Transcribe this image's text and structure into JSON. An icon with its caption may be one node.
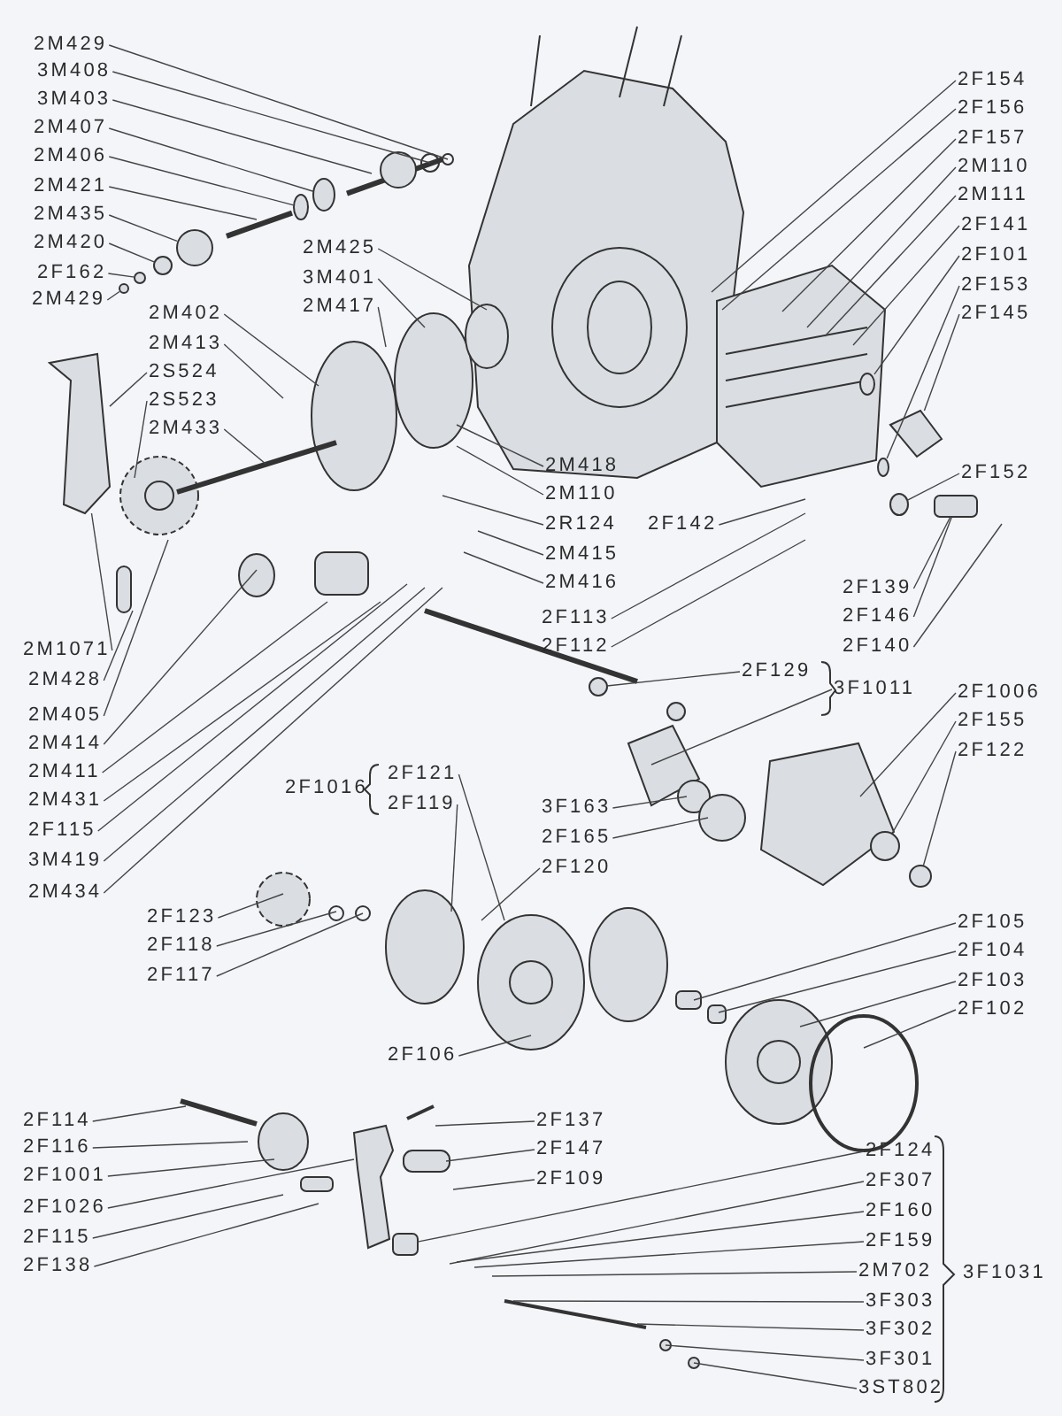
{
  "diagram": {
    "nodes": [
      {
        "text": [
          "2M429"
        ]
      },
      {
        "text": [
          "3M408"
        ]
      },
      {
        "text": [
          "3M403"
        ]
      },
      {
        "text": [
          "2M407"
        ]
      },
      {
        "text": [
          "2M406"
        ]
      },
      {
        "text": [
          "2M421"
        ]
      },
      {
        "text": [
          "2M435"
        ]
      },
      {
        "text": [
          "2M420"
        ]
      },
      {
        "text": [
          "2F162"
        ]
      },
      {
        "text": [
          "2M429"
        ]
      },
      {
        "text": [
          "2M425"
        ]
      },
      {
        "text": [
          "3M401"
        ]
      },
      {
        "text": [
          "2M417"
        ]
      },
      {
        "text": [
          "2M402"
        ]
      },
      {
        "text": [
          "2M413"
        ]
      },
      {
        "text": [
          "2S524"
        ]
      },
      {
        "text": [
          "2S523"
        ]
      },
      {
        "text": [
          "2M433"
        ]
      },
      {
        "text": [
          "2M1071"
        ]
      },
      {
        "text": [
          "2M428"
        ]
      },
      {
        "text": [
          "2M405"
        ]
      },
      {
        "text": [
          "2M414"
        ]
      },
      {
        "text": [
          "2M411"
        ]
      },
      {
        "text": [
          "2M431"
        ]
      },
      {
        "text": [
          "2F115"
        ]
      },
      {
        "text": [
          "3M419"
        ]
      },
      {
        "text": [
          "2M434"
        ]
      },
      {
        "text": [
          "2F121"
        ]
      },
      {
        "text": [
          "2F119"
        ]
      },
      {
        "text": [
          "2F123"
        ]
      },
      {
        "text": [
          "2F118"
        ]
      },
      {
        "text": [
          "2F117"
        ]
      },
      {
        "text": [
          "2F106"
        ]
      },
      {
        "text": [
          "2F114"
        ]
      },
      {
        "text": [
          "2F116"
        ]
      },
      {
        "text": [
          "2F1001"
        ]
      },
      {
        "text": [
          "2F1026"
        ]
      },
      {
        "text": [
          "2F115"
        ]
      },
      {
        "text": [
          "2F138"
        ]
      },
      {
        "text": [
          "2M418"
        ]
      },
      {
        "text": [
          "2M110"
        ]
      },
      {
        "text": [
          "2R124"
        ]
      },
      {
        "text": [
          "2M415"
        ]
      },
      {
        "text": [
          "2M416"
        ]
      },
      {
        "text": [
          "2F142"
        ]
      },
      {
        "text": [
          "2F113"
        ]
      },
      {
        "text": [
          "2F112"
        ]
      },
      {
        "text": [
          "2F129"
        ]
      },
      {
        "text": [
          "3F1011"
        ]
      },
      {
        "text": [
          "3F163"
        ]
      },
      {
        "text": [
          "2F165"
        ]
      },
      {
        "text": [
          "2F120"
        ]
      },
      {
        "text": [
          "2F154"
        ]
      },
      {
        "text": [
          "2F156"
        ]
      },
      {
        "text": [
          "2F157"
        ]
      },
      {
        "text": [
          "2M110"
        ]
      },
      {
        "text": [
          "2M111"
        ]
      },
      {
        "text": [
          "2F141"
        ]
      },
      {
        "text": [
          "2F101"
        ]
      },
      {
        "text": [
          "2F153"
        ]
      },
      {
        "text": [
          "2F145"
        ]
      },
      {
        "text": [
          "2F152"
        ]
      },
      {
        "text": [
          "2F139"
        ]
      },
      {
        "text": [
          "2F146"
        ]
      },
      {
        "text": [
          "2F140"
        ]
      },
      {
        "text": [
          "2F1006"
        ]
      },
      {
        "text": [
          "2F155"
        ]
      },
      {
        "text": [
          "2F122"
        ]
      },
      {
        "text": [
          "2F105"
        ]
      },
      {
        "text": [
          "2F104"
        ]
      },
      {
        "text": [
          "2F103"
        ]
      },
      {
        "text": [
          "2F102"
        ]
      },
      {
        "text": [
          "2F137"
        ]
      },
      {
        "text": [
          "2F147"
        ]
      },
      {
        "text": [
          "2F109"
        ]
      },
      {
        "text": [
          "2F124"
        ]
      },
      {
        "text": [
          "2F307"
        ]
      },
      {
        "text": [
          "2F160"
        ]
      },
      {
        "text": [
          "2F159"
        ]
      },
      {
        "text": [
          "2M702"
        ]
      },
      {
        "text": [
          "3F303"
        ]
      },
      {
        "text": [
          "3F302"
        ]
      },
      {
        "text": [
          "3F301"
        ]
      },
      {
        "text": [
          "3ST802"
        ]
      },
      {
        "text": [],
        "shape": "circle"
      },
      {
        "text": [],
        "shape": "circle"
      },
      {
        "text": [],
        "shape": "circle"
      },
      {
        "text": [],
        "shape": "circle"
      },
      {
        "text": [],
        "shape": "circle"
      },
      {
        "text": [],
        "shape": "circle"
      },
      {
        "text": [],
        "shape": "bar"
      },
      {
        "text": [],
        "shape": "circle"
      },
      {
        "text": [],
        "shape": "box"
      },
      {
        "text": [],
        "shape": "circle"
      },
      {
        "text": [],
        "shape": "circle"
      },
      {
        "text": [],
        "shape": "box"
      },
      {
        "text": [],
        "shape": "diamond"
      },
      {
        "text": [],
        "shape": "circle"
      },
      {
        "text": [],
        "shape": "circle"
      },
      {
        "text": [],
        "shape": "circle"
      }
    ],
    "edges": [
      {
        "from": 0,
        "to": null,
        "arrow": "none"
      },
      {
        "from": 1,
        "to": null,
        "arrow": "none"
      },
      {
        "from": 2,
        "to": null,
        "arrow": "none"
      },
      {
        "from": 3,
        "to": 84,
        "arrow": "none"
      },
      {
        "from": 4,
        "to": 85,
        "arrow": "none"
      },
      {
        "from": 5,
        "to": null,
        "arrow": "none"
      },
      {
        "from": 6,
        "to": 86,
        "arrow": "none"
      },
      {
        "from": 7,
        "to": 87,
        "arrow": "none"
      },
      {
        "from": 8,
        "to": 88,
        "arrow": "none"
      },
      {
        "from": 9,
        "to": 89,
        "arrow": "none"
      },
      {
        "from": 10,
        "to": null,
        "arrow": "none"
      },
      {
        "from": 11,
        "to": null,
        "arrow": "none"
      },
      {
        "from": 12,
        "to": null,
        "arrow": "none"
      },
      {
        "from": 13,
        "to": null,
        "arrow": "none"
      },
      {
        "from": 14,
        "to": null,
        "arrow": "none"
      },
      {
        "from": 15,
        "to": 90,
        "arrow": "none"
      },
      {
        "from": 16,
        "to": null,
        "arrow": "none"
      },
      {
        "from": 17,
        "to": null,
        "arrow": "none"
      },
      {
        "from": 18,
        "to": 90,
        "arrow": "none"
      },
      {
        "from": 19,
        "to": null,
        "arrow": "none"
      },
      {
        "from": 20,
        "to": null,
        "arrow": "none"
      },
      {
        "from": 21,
        "to": null,
        "arrow": "none"
      },
      {
        "from": 22,
        "to": null,
        "arrow": "none"
      },
      {
        "from": 23,
        "to": null,
        "arrow": "none"
      },
      {
        "from": 24,
        "to": null,
        "arrow": "none"
      },
      {
        "from": 25,
        "to": null,
        "arrow": "none"
      },
      {
        "from": 26,
        "to": null,
        "arrow": "none"
      },
      {
        "from": 27,
        "to": null,
        "arrow": "none"
      },
      {
        "from": 28,
        "to": null,
        "arrow": "none"
      },
      {
        "from": 29,
        "to": null,
        "arrow": "none"
      },
      {
        "from": 30,
        "to": null,
        "arrow": "none"
      },
      {
        "from": 31,
        "to": null,
        "arrow": "none"
      },
      {
        "from": 32,
        "to": null,
        "arrow": "none"
      },
      {
        "from": 33,
        "to": null,
        "arrow": "none"
      },
      {
        "from": 34,
        "to": null,
        "arrow": "none"
      },
      {
        "from": 35,
        "to": null,
        "arrow": "none"
      },
      {
        "from": 36,
        "to": null,
        "arrow": "none"
      },
      {
        "from": 37,
        "to": null,
        "arrow": "none"
      },
      {
        "from": 38,
        "to": null,
        "arrow": "none"
      },
      {
        "from": 39,
        "to": null,
        "arrow": "none"
      },
      {
        "from": 40,
        "to": null,
        "arrow": "none"
      },
      {
        "from": 41,
        "to": null,
        "arrow": "none"
      },
      {
        "from": 42,
        "to": null,
        "arrow": "none"
      },
      {
        "from": 43,
        "to": null,
        "arrow": "none"
      },
      {
        "from": 44,
        "to": null,
        "arrow": "none"
      },
      {
        "from": 45,
        "to": null,
        "arrow": "none"
      },
      {
        "from": 46,
        "to": null,
        "arrow": "none"
      },
      {
        "from": 47,
        "to": 91,
        "arrow": "none"
      },
      {
        "from": 48,
        "to": null,
        "arrow": "none"
      },
      {
        "from": 49,
        "to": null,
        "arrow": "none"
      },
      {
        "from": 50,
        "to": null,
        "arrow": "none"
      },
      {
        "from": 51,
        "to": null,
        "arrow": "none"
      },
      {
        "from": 52,
        "to": null,
        "arrow": "none"
      },
      {
        "from": 53,
        "to": null,
        "arrow": "none"
      },
      {
        "from": 54,
        "to": null,
        "arrow": "none"
      },
      {
        "from": 55,
        "to": null,
        "arrow": "none"
      },
      {
        "from": 56,
        "to": null,
        "arrow": "none"
      },
      {
        "from": 57,
        "to": null,
        "arrow": "none"
      },
      {
        "from": 58,
        "to": 97,
        "arrow": "none"
      },
      {
        "from": 59,
        "to": 99,
        "arrow": "none"
      },
      {
        "from": 60,
        "to": 96,
        "arrow": "none"
      },
      {
        "from": 61,
        "to": 98,
        "arrow": "none"
      },
      {
        "from": 62,
        "to": 92,
        "arrow": "none"
      },
      {
        "from": 63,
        "to": 92,
        "arrow": "none"
      },
      {
        "from": 64,
        "to": null,
        "arrow": "none"
      },
      {
        "from": 65,
        "to": null,
        "arrow": "none"
      },
      {
        "from": 66,
        "to": 94,
        "arrow": "none"
      },
      {
        "from": 67,
        "to": 93,
        "arrow": "none"
      },
      {
        "from": 68,
        "to": null,
        "arrow": "none"
      },
      {
        "from": 69,
        "to": null,
        "arrow": "none"
      },
      {
        "from": 70,
        "to": null,
        "arrow": "none"
      },
      {
        "from": 71,
        "to": null,
        "arrow": "none"
      },
      {
        "from": 72,
        "to": null,
        "arrow": "none"
      },
      {
        "from": 73,
        "to": null,
        "arrow": "none"
      },
      {
        "from": 74,
        "to": null,
        "arrow": "none"
      },
      {
        "from": 75,
        "to": 95,
        "arrow": "none"
      },
      {
        "from": 76,
        "to": null,
        "arrow": "none"
      },
      {
        "from": 77,
        "to": null,
        "arrow": "none"
      },
      {
        "from": 78,
        "to": null,
        "arrow": "none"
      },
      {
        "from": 79,
        "to": null,
        "arrow": "none"
      },
      {
        "from": 80,
        "to": null,
        "arrow": "none"
      },
      {
        "from": 81,
        "to": null,
        "arrow": "none"
      },
      {
        "from": 82,
        "to": null,
        "arrow": "none"
      },
      {
        "from": 83,
        "to": null,
        "arrow": "none"
      }
    ],
    "labels": [
      "2F1016",
      "3F1031"
    ]
  }
}
